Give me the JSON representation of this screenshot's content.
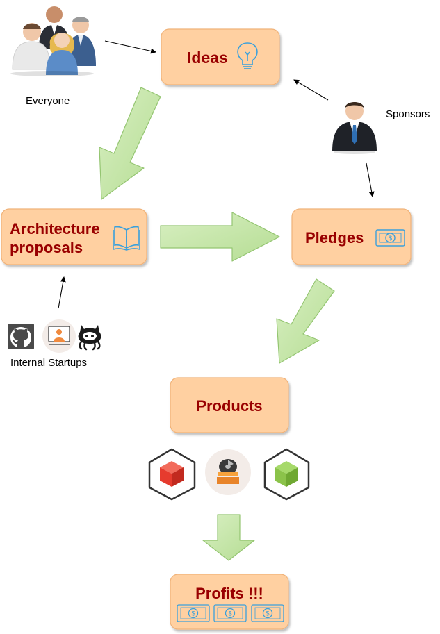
{
  "nodes": {
    "ideas": {
      "label": "Ideas"
    },
    "architecture": {
      "line1": "Architecture",
      "line2": "proposals"
    },
    "pledges": {
      "label": "Pledges"
    },
    "products": {
      "label": "Products"
    },
    "profits": {
      "label": "Profits !!!"
    }
  },
  "actors": {
    "everyone": "Everyone",
    "sponsors": "Sponsors",
    "internal_startups": "Internal Startups"
  },
  "icons": {
    "people_group": "people-group-icon",
    "businessman": "businessman-icon",
    "lightbulb": "lightbulb-icon",
    "open_book": "open-book-icon",
    "money": "money-bill-icon",
    "github": "github-icon",
    "octocat": "octocat-icon",
    "startup": "startup-presenter-icon",
    "package": "package-box-icon"
  },
  "colors": {
    "box_fill": "#ffd0a1",
    "box_stroke": "#f0b37a",
    "title_text": "#990000",
    "flow_arrow_fill": "#c4e6a6",
    "flow_arrow_stroke": "#8fc26b",
    "icon_blue": "#3aa0dc"
  }
}
